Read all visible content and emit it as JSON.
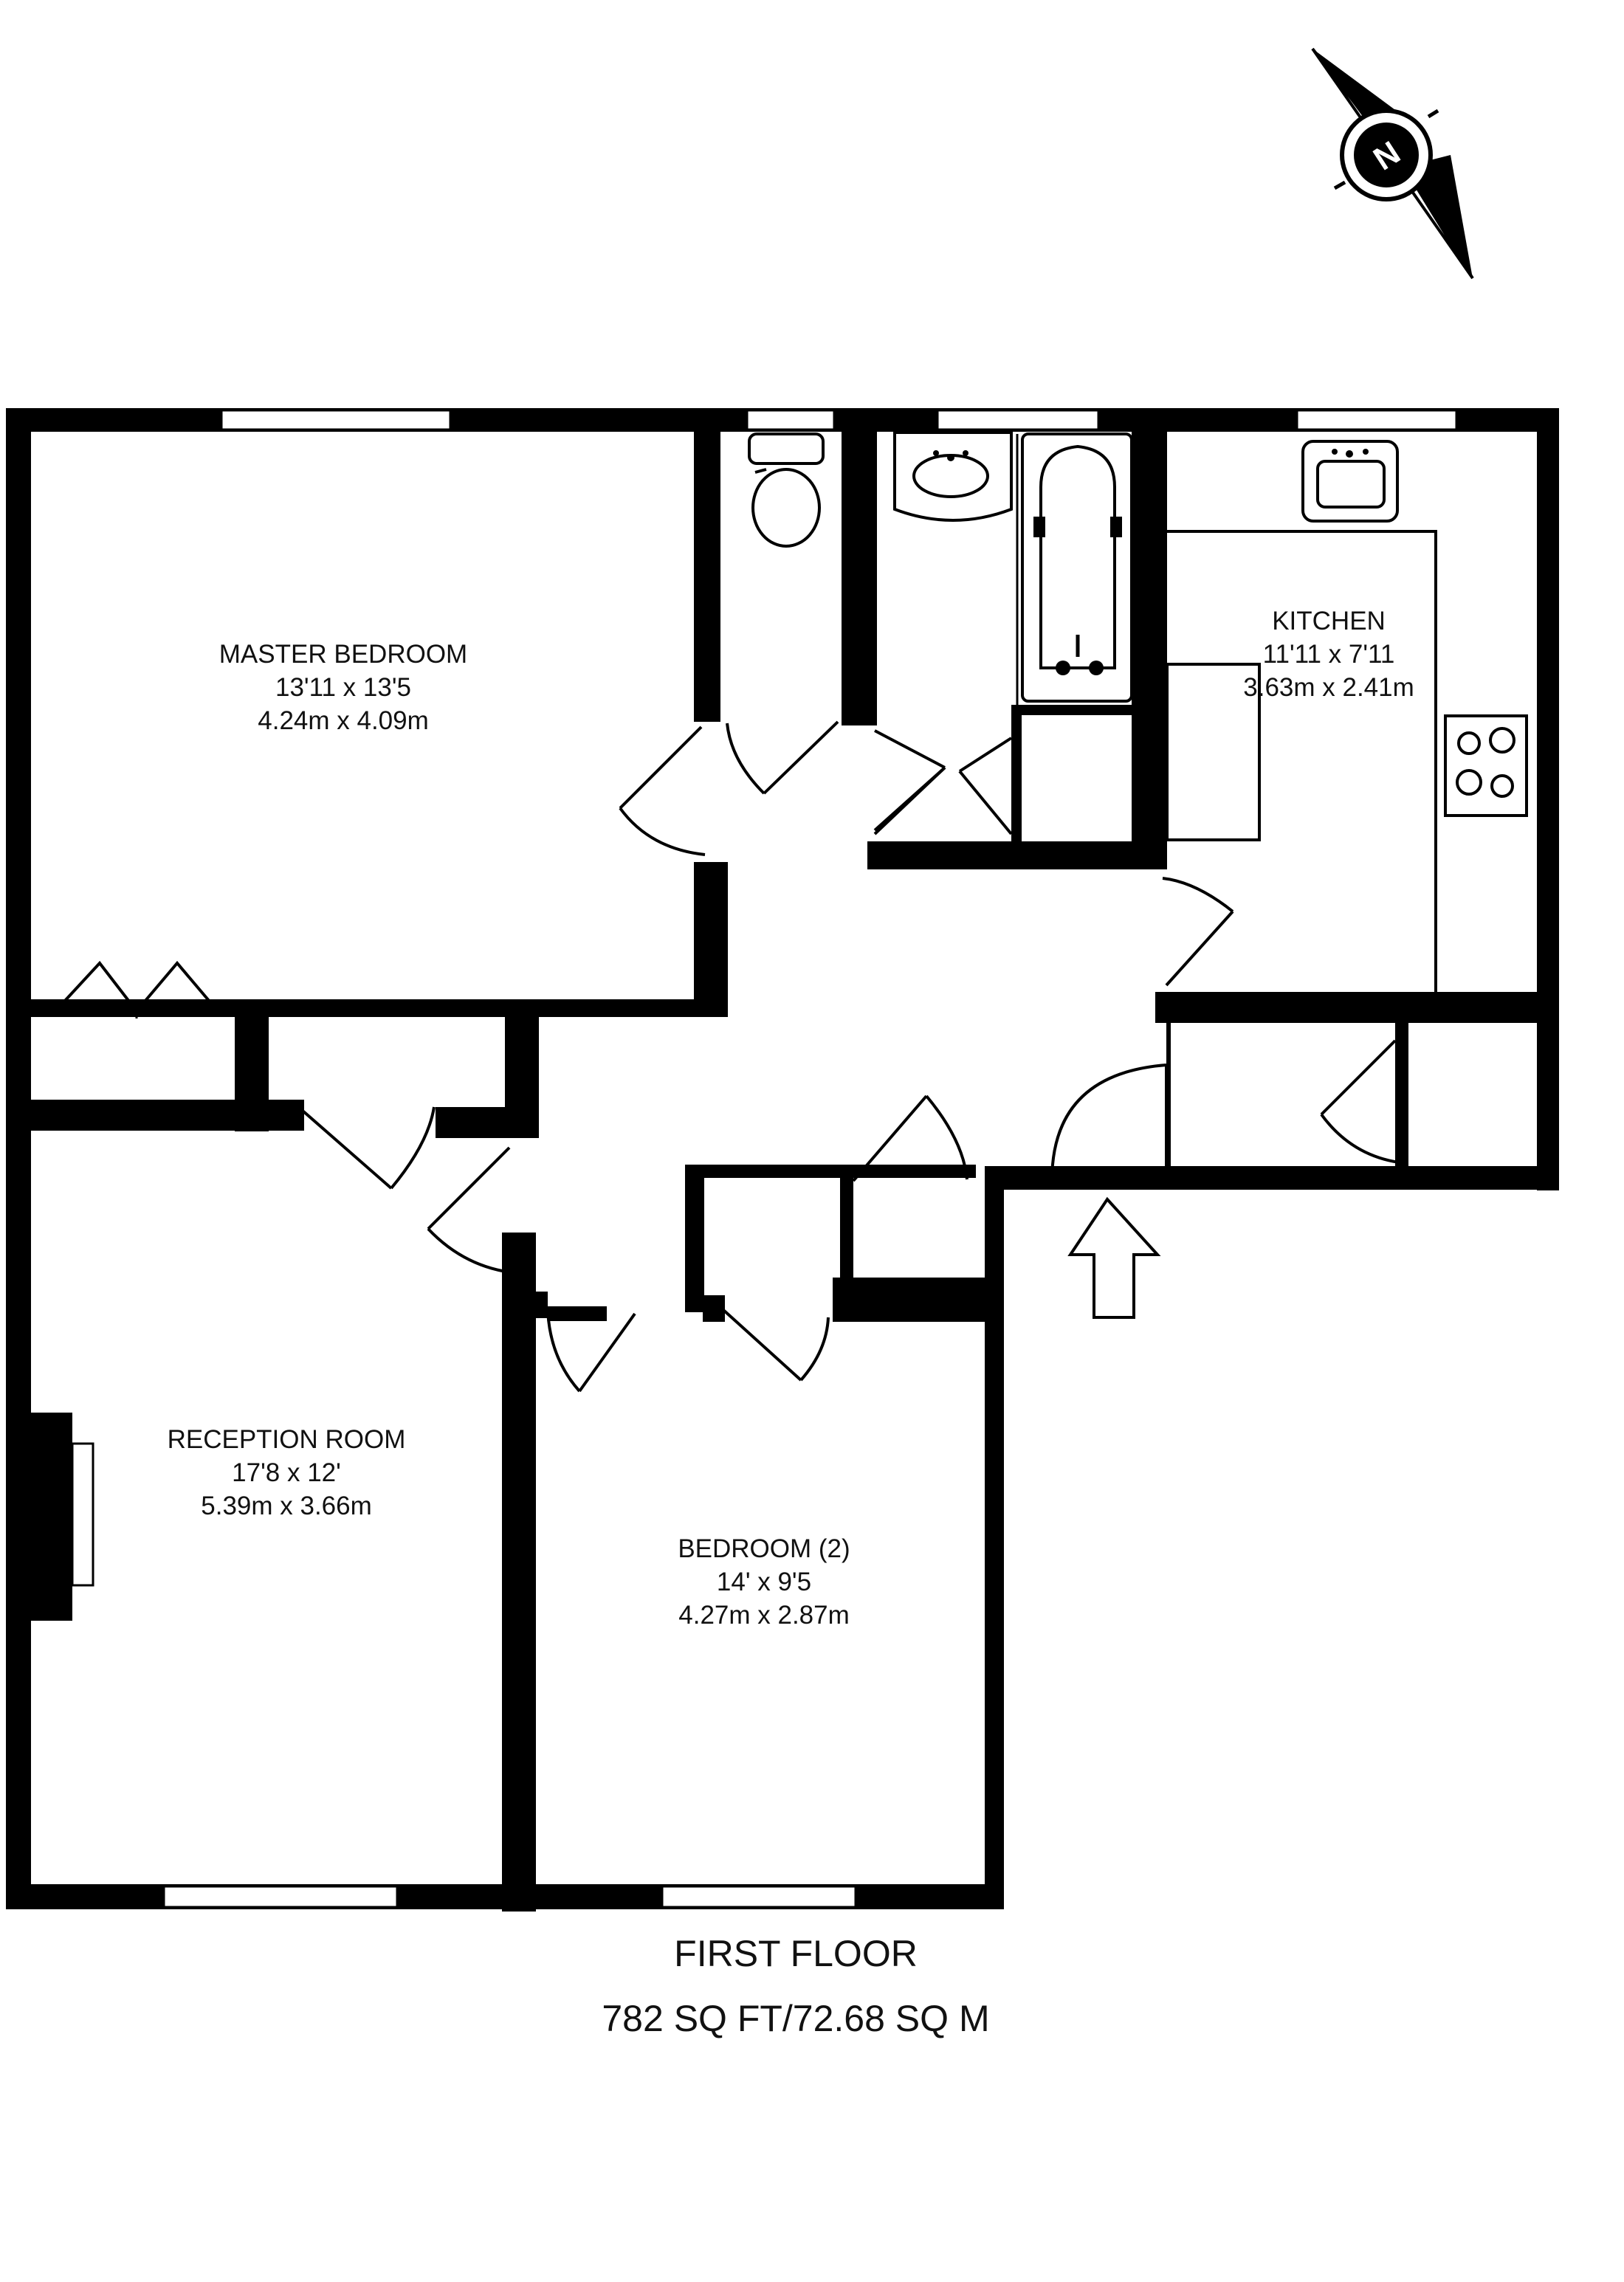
{
  "rooms": {
    "master_bedroom": {
      "name": "MASTER BEDROOM",
      "imperial": "13'11 x 13'5",
      "metric": "4.24m x 4.09m"
    },
    "kitchen": {
      "name": "KITCHEN",
      "imperial": "11'11 x 7'11",
      "metric": "3.63m x 2.41m"
    },
    "reception_room": {
      "name": "RECEPTION ROOM",
      "imperial": "17'8 x 12'",
      "metric": "5.39m x 3.66m"
    },
    "bedroom_2": {
      "name": "BEDROOM (2)",
      "imperial": "14' x 9'5",
      "metric": "4.27m x 2.87m"
    }
  },
  "floor": {
    "name": "FIRST FLOOR",
    "area": "782 SQ FT/72.68 SQ M"
  },
  "compass": {
    "letter": "N",
    "icon": "compass-north-icon"
  },
  "entrance": {
    "icon": "entrance-arrow-icon"
  }
}
